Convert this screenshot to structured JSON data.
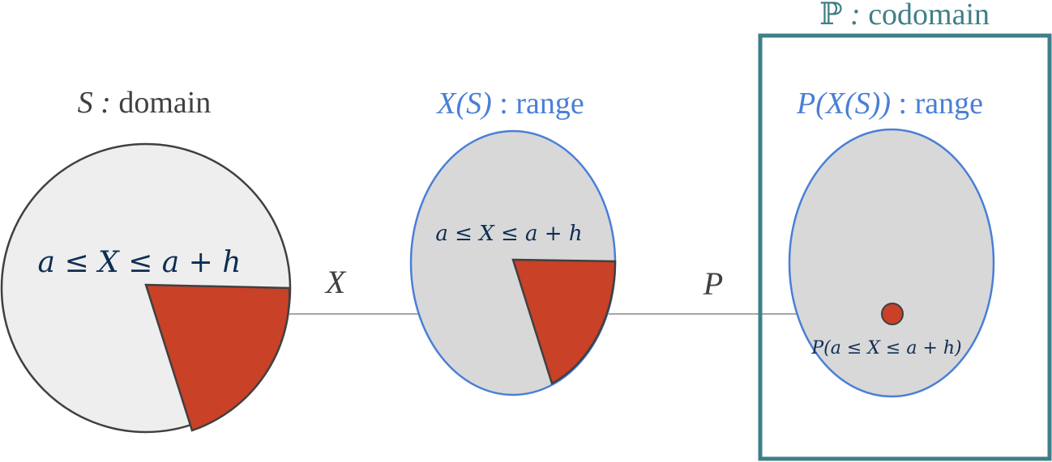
{
  "colors": {
    "domain_stroke": "#404040",
    "domain_fill": "#eeeeee",
    "range_stroke": "#4a7fd6",
    "range_fill": "#d8d8d8",
    "wedge_fill": "#c94127",
    "codomain_stroke": "#3f7f87",
    "range_label": "#4a7fd6",
    "codomain_label": "#3f7f87",
    "dark_label": "#404040",
    "math_label": "#0d2d52",
    "arrow": "#a6a6a6"
  },
  "domain": {
    "title_symbol": "S",
    "title_sep": " :",
    "title_word": " domain",
    "inequality": "a ≤ X ≤ a + h"
  },
  "map_x": {
    "label": "X"
  },
  "range_x": {
    "title_symbol": "X(S)",
    "title_word": " : range",
    "inequality": "a ≤ X ≤ a + h"
  },
  "map_p": {
    "label": "P"
  },
  "codomain": {
    "title_symbol": "ℙ",
    "title_sep": " :",
    "title_word": " codomain",
    "range_title_symbol": "P(X(S))",
    "range_title_word": " : range",
    "probability_label": "P(a ≤ X ≤ a + h)"
  }
}
